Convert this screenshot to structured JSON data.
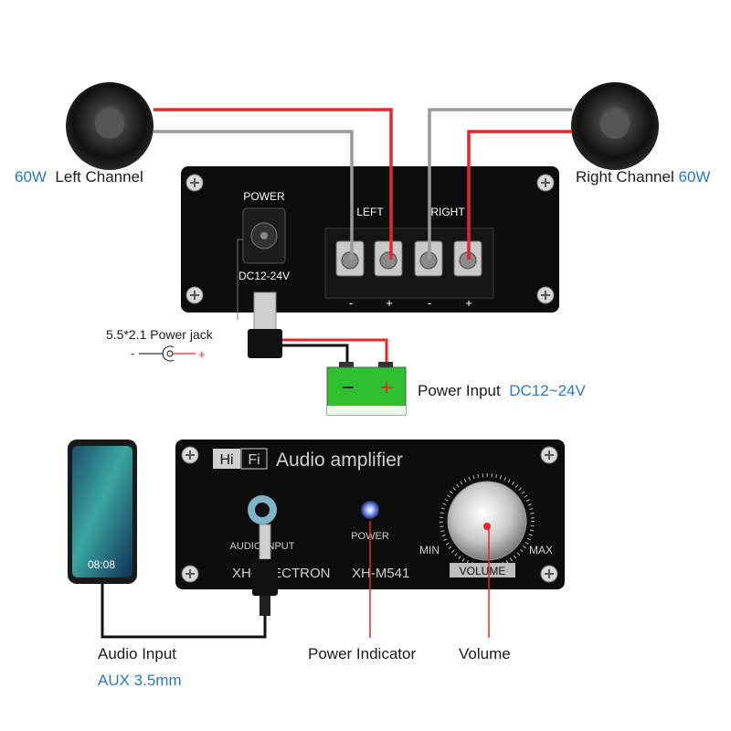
{
  "top_board": {
    "power_label": "POWER",
    "dc_label": "DC12-24V",
    "left_label": "LEFT",
    "right_label": "RIGHT",
    "minus": "-",
    "plus": "+"
  },
  "speakers": {
    "left": {
      "watt": "60W",
      "name": "Left Channel"
    },
    "right": {
      "name": "Right Channel",
      "watt": "60W"
    }
  },
  "power_jack": {
    "label": "5.5*2.1  Power jack",
    "minus": "-",
    "plus": "+"
  },
  "battery": {
    "minus": "−",
    "plus": "+"
  },
  "power_input": {
    "label": "Power Input",
    "spec": "DC12~24V"
  },
  "front_panel": {
    "hi": "Hi",
    "fi": "Fi",
    "title": "Audio amplifier",
    "audio_input_label": "AUDIO INPUT",
    "power_label": "POWER",
    "brand": "XH-ELECTRON",
    "model": "XH-M541",
    "min": "MIN",
    "max": "MAX",
    "volume": "VOLUME"
  },
  "phone": {
    "time": "08:08"
  },
  "callouts": {
    "audio_input": "Audio Input",
    "aux": "AUX 3.5mm",
    "power_indicator": "Power Indicator",
    "volume": "Volume"
  },
  "colors": {
    "wire_red": "#e8262a",
    "wire_grey": "#9a9a9a",
    "panel": "#0d0d0d",
    "battery_green": "#2ec02e",
    "accent_blue": "#2a78c2"
  }
}
